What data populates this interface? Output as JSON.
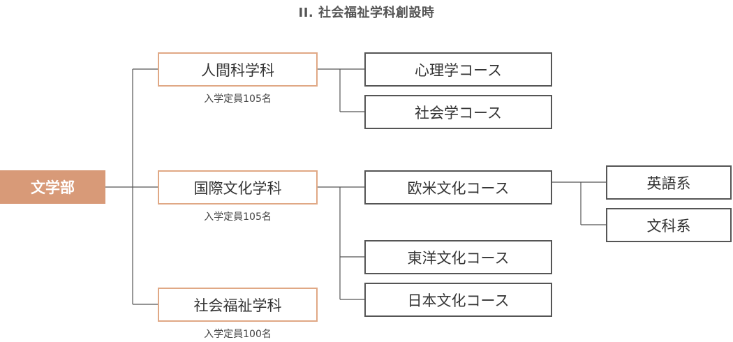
{
  "title": "II. 社会福祉学科創設時",
  "colors": {
    "root_fill": "#d89a78",
    "dept_border": "#e0a885",
    "course_border": "#555555",
    "line": "#555555"
  },
  "root": "文学部",
  "departments": [
    {
      "name": "人間科学科",
      "capacity": "入学定員105名"
    },
    {
      "name": "国際文化学科",
      "capacity": "入学定員105名"
    },
    {
      "name": "社会福祉学科",
      "capacity": "入学定員100名"
    }
  ],
  "courses": {
    "ningen": [
      "心理学コース",
      "社会学コース"
    ],
    "kokusai": [
      "欧米文化コース",
      "東洋文化コース",
      "日本文化コース"
    ]
  },
  "obei_sub": [
    "英語系",
    "文科系"
  ]
}
